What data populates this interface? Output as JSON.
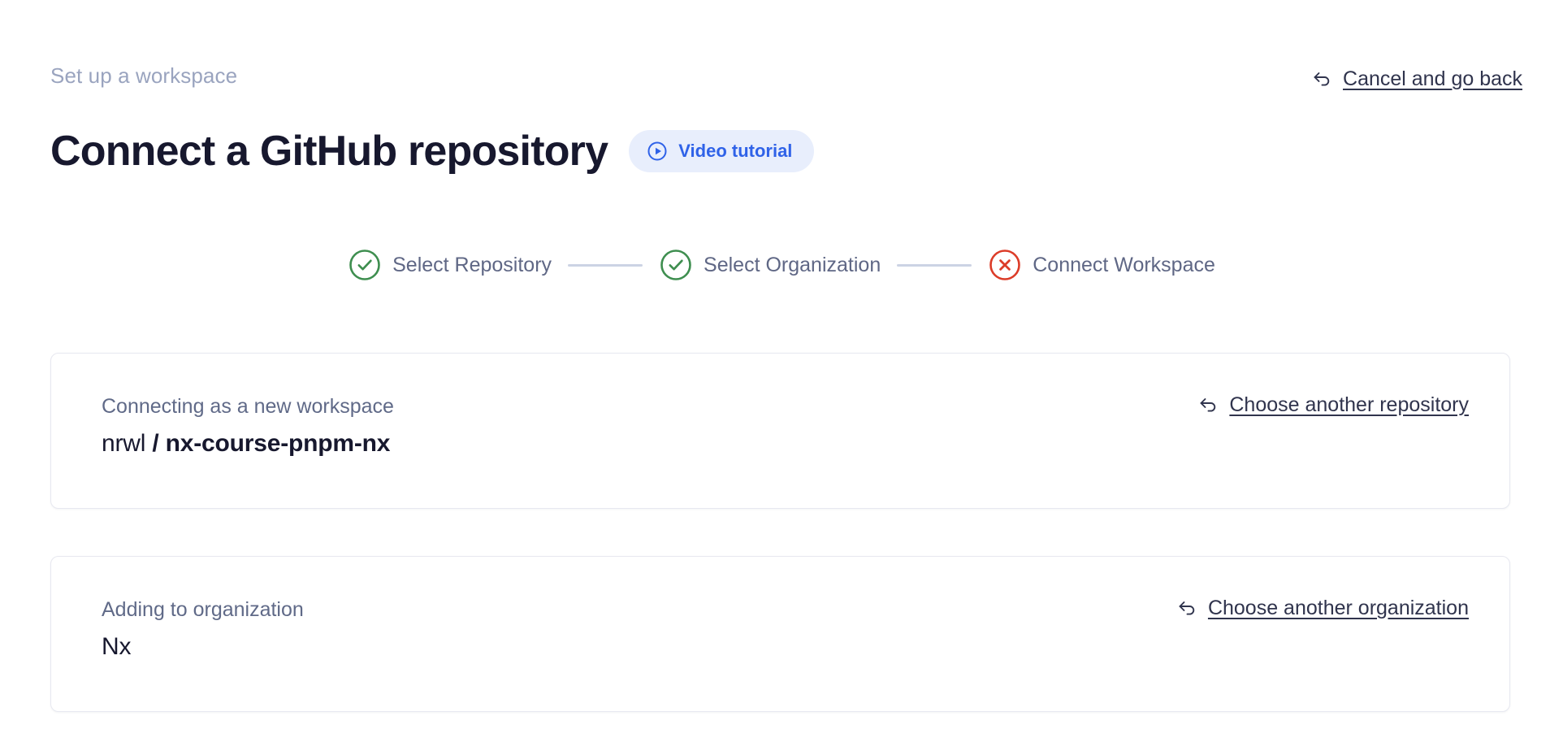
{
  "header": {
    "eyebrow": "Set up a workspace",
    "title": "Connect a GitHub repository",
    "video_tutorial_label": "Video tutorial",
    "cancel_label": "Cancel and go back"
  },
  "stepper": {
    "steps": [
      {
        "label": "Select Repository",
        "state": "complete",
        "icon": "check-circle-icon"
      },
      {
        "label": "Select Organization",
        "state": "complete",
        "icon": "check-circle-icon"
      },
      {
        "label": "Connect Workspace",
        "state": "error",
        "icon": "x-circle-icon"
      }
    ]
  },
  "cards": {
    "repository": {
      "caption": "Connecting as a new workspace",
      "owner": "nrwl",
      "separator": " / ",
      "name": "nx-course-pnpm-nx",
      "action_label": "Choose another repository",
      "action_icon": "arrow-uturn-left-icon"
    },
    "organization": {
      "caption": "Adding to organization",
      "value": "Nx",
      "action_label": "Choose another organization",
      "action_icon": "arrow-uturn-left-icon"
    }
  },
  "colors": {
    "accent_blue": "#2f62e8",
    "pill_background": "#e8eefc",
    "success_green": "#3e8e4f",
    "error_red": "#dc3c28",
    "title_navy": "#17182e",
    "muted_slate": "#9aa4bf",
    "step_label": "#5f6785",
    "card_border": "#e7e8f0",
    "connector": "#ccd3e4"
  }
}
